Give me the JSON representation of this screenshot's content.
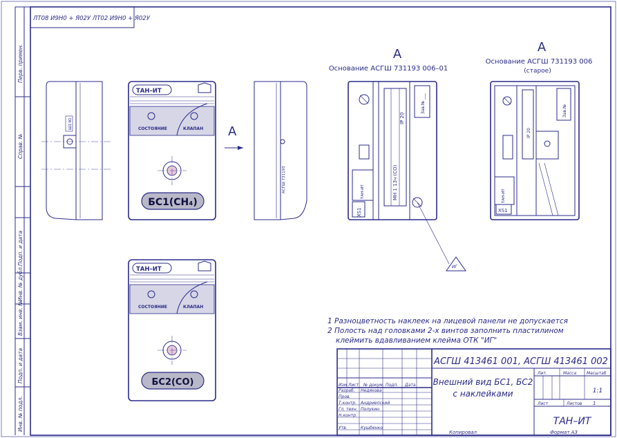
{
  "stamp_top": "ЛТ08 И9Н0 + Я02У ЛТ02 И9Н0 + Я02У",
  "left_strip": [
    "Перв. примен.",
    "Справ. №",
    "Подп. и дата",
    "Инв. № дубл.",
    "Взам. инв. №",
    "Подп. и дата",
    "Инв. № подл."
  ],
  "view_title": "А",
  "view_arrow_label": "А",
  "view_a_left": {
    "title": "А",
    "caption": "Основание АСГШ 731193 006–01"
  },
  "view_a_right": {
    "title": "А",
    "caption": "Основание АСГШ 731193 006",
    "caption2": "(старое)"
  },
  "device1": {
    "brand": "ТАН–ИТ",
    "led1": "СОСТОЯНИЕ",
    "led2": "КЛАПАН",
    "label": "БС1(CH₄)"
  },
  "device2": {
    "brand": "ТАН–ИТ",
    "led1": "СОСТОЯНИЕ",
    "led2": "КЛАПАН",
    "label": "БС2(CO)"
  },
  "notes": [
    "1 Разноцветность наклеек на лицевой панели не допускается",
    "2 Полость над головками 2-х винтов заполнить пластилином",
    "клеймить вдавливанием клейма ОТК \"ИГ\""
  ],
  "title_block": {
    "designation": "АСГШ 413461 001, АСГШ 413461 002",
    "name_line1": "Внешний вид БС1, БС2",
    "name_line2": "с наклейками",
    "company": "ТАН–ИТ",
    "col_headers": [
      "Изм",
      "Лист",
      "№ докум.",
      "Подп.",
      "Дата"
    ],
    "roles": [
      "Разраб.",
      "Пров.",
      "Т.контр.",
      "Гл. техн.",
      "Н.контр.",
      "Утв."
    ],
    "names": [
      "Недякова",
      "",
      "Андриепский",
      "Полукин",
      "",
      "Кушбенко"
    ],
    "lit_label": "Лит.",
    "mass_label": "Масса",
    "scale_label": "Масштаб",
    "scale_value": "1:1",
    "sheet_label": "Лист",
    "sheets_label": "Листов",
    "sheets_value": "1",
    "copied": "Копировал",
    "format": "Формат  А3"
  },
  "weld_mark": "ИГ"
}
